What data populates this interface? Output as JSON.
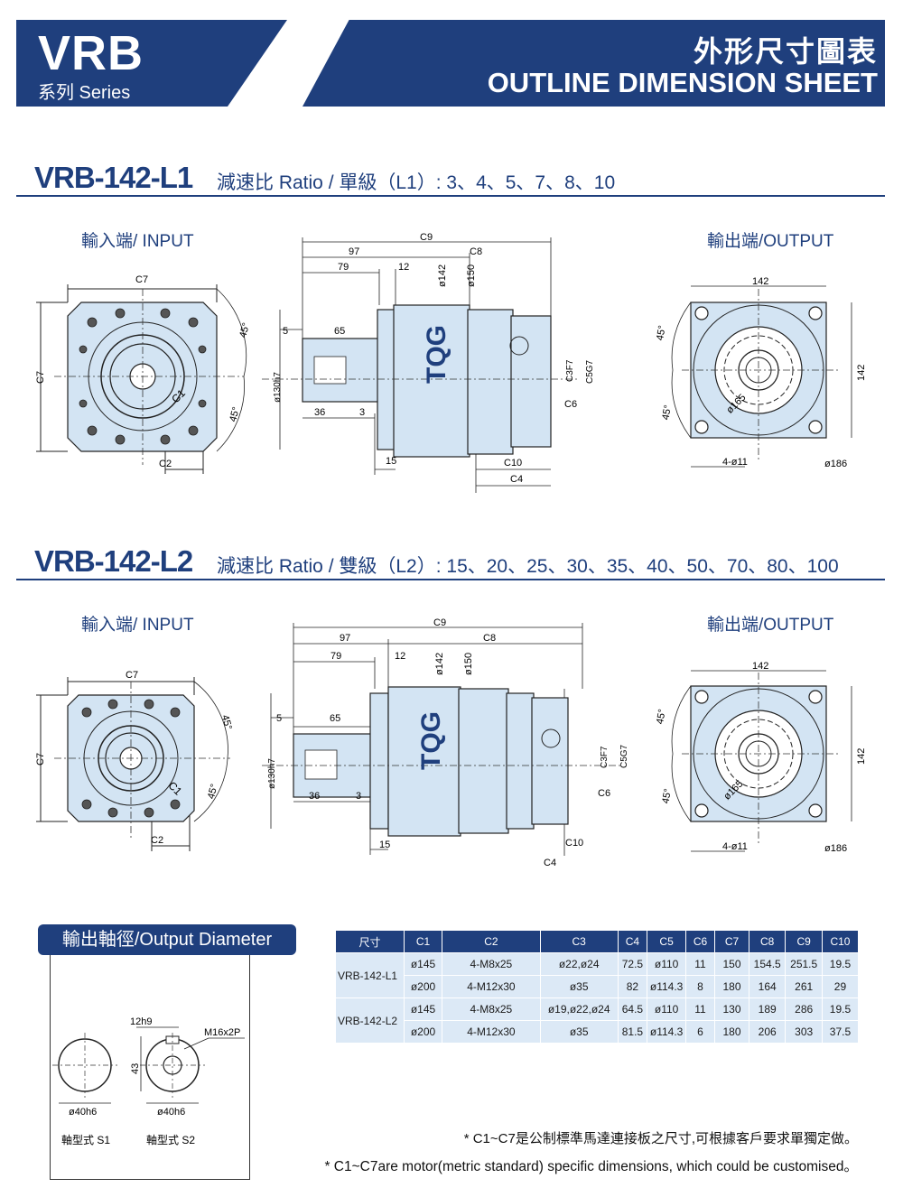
{
  "header": {
    "series_code": "VRB",
    "series_label": "系列 Series",
    "title_cn": "外形尺寸圖表",
    "title_en": "OUTLINE DIMENSION SHEET"
  },
  "sections": [
    {
      "model": "VRB-142-L1",
      "ratio_text": "減速比 Ratio / 單級（L1）: 3、4、5、7、8、10",
      "input_label": "輸入端/ INPUT",
      "output_label": "輸出端/OUTPUT"
    },
    {
      "model": "VRB-142-L2",
      "ratio_text": "減速比 Ratio / 雙級（L2）: 15、20、25、30、35、40、50、70、80、100",
      "input_label": "輸入端/ INPUT",
      "output_label": "輸出端/OUTPUT"
    }
  ],
  "drawing_labels": {
    "c7": "C7",
    "c1": "C1",
    "c2": "C2",
    "c9": "C9",
    "c8": "C8",
    "c3": "C3F7",
    "c5": "C5G7",
    "c6": "C6",
    "c10": "C10",
    "c4": "C4",
    "d97": "97",
    "d79": "79",
    "d12": "12",
    "d142dia": "ø142",
    "d150dia": "ø150",
    "d5": "5",
    "d65": "65",
    "d130": "ø130h7",
    "d36": "36",
    "d3": "3",
    "d15": "15",
    "deg45": "45°",
    "d142": "142",
    "d165": "ø165",
    "d4x11": "4-ø11",
    "d186": "ø186",
    "brand": "TQG"
  },
  "output_diameter": {
    "title": "輸出軸徑/Output Diameter",
    "s1_dia": "ø40h6",
    "s2_dia": "ø40h6",
    "key_width": "12h9",
    "key_height": "43",
    "thread": "M16x2P",
    "s1_label": "軸型式 S1",
    "s2_label": "軸型式 S2"
  },
  "table": {
    "headers": [
      "尺寸",
      "C1",
      "C2",
      "C3",
      "C4",
      "C5",
      "C6",
      "C7",
      "C8",
      "C9",
      "C10"
    ],
    "groups": [
      {
        "model": "VRB-142-L1",
        "rows": [
          [
            "ø145",
            "4-M8x25",
            "ø22,ø24",
            "72.5",
            "ø110",
            "11",
            "150",
            "154.5",
            "251.5",
            "19.5"
          ],
          [
            "ø200",
            "4-M12x30",
            "ø35",
            "82",
            "ø114.3",
            "8",
            "180",
            "164",
            "261",
            "29"
          ]
        ]
      },
      {
        "model": "VRB-142-L2",
        "rows": [
          [
            "ø145",
            "4-M8x25",
            "ø19,ø22,ø24",
            "64.5",
            "ø110",
            "11",
            "130",
            "189",
            "286",
            "19.5"
          ],
          [
            "ø200",
            "4-M12x30",
            "ø35",
            "81.5",
            "ø114.3",
            "6",
            "180",
            "206",
            "303",
            "37.5"
          ]
        ]
      }
    ]
  },
  "notes": {
    "cn": "* C1~C7是公制標準馬達連接板之尺寸,可根據客戶要求單獨定做。",
    "en": "* C1~C7are motor(metric standard) specific dimensions, which could be customised。"
  },
  "colors": {
    "brand_blue": "#1f3f7d",
    "part_fill": "#d3e4f3",
    "table_cell": "#dce9f6"
  }
}
